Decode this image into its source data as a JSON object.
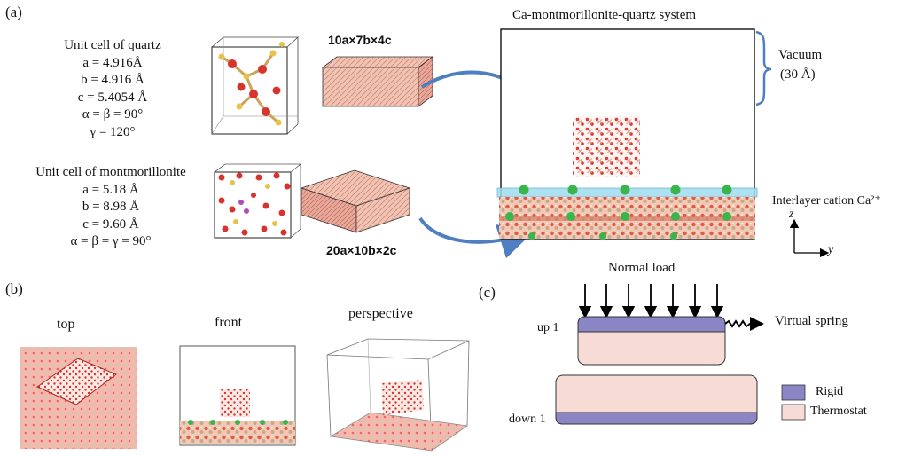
{
  "panel_a": {
    "label": "(a)",
    "quartz": {
      "title": "Unit cell of quartz",
      "params": [
        "a = 4.916Å",
        "b = 4.916 Å",
        "c = 5.4054 Å",
        "α = β = 90°",
        "γ = 120°"
      ],
      "supercell": "10a×7b×4c"
    },
    "montmorillonite": {
      "title": "Unit cell of montmorillonite",
      "params": [
        "a = 5.18 Å",
        "b = 8.98 Å",
        "c = 9.60 Å",
        "α = β = γ = 90°"
      ],
      "supercell": "20a×10b×2c"
    },
    "system_title": "Ca-montmorillonite-quartz  system",
    "vacuum_label": "Vacuum",
    "vacuum_value": "(30 Å)",
    "cation_label": "Interlayer cation Ca²⁺",
    "axis_z": "z",
    "axis_y": "y"
  },
  "panel_b": {
    "label": "(b)",
    "views": [
      "top",
      "front",
      "perspective"
    ]
  },
  "panel_c": {
    "label": "(c)",
    "normal_load": "Normal load",
    "virtual_spring": "Virtual spring",
    "up_label": "up 1",
    "down_label": "down 1",
    "legend": [
      {
        "label": "Rigid",
        "color": "#8a86c6"
      },
      {
        "label": "Thermostat",
        "color": "#f6dcd4"
      }
    ]
  },
  "colors": {
    "quartz_red": "#d6342c",
    "calcium_green": "#39b54a",
    "cation_band": "#9fdcef",
    "arrow_blue": "#4f7fc0"
  }
}
